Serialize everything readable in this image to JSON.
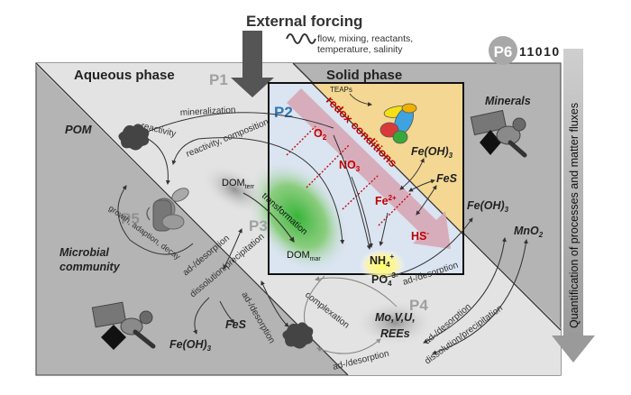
{
  "header": {
    "title": "External forcing",
    "forcing_line1": "flow, mixing, reactants,",
    "forcing_line2": "temperature, salinity"
  },
  "corner": {
    "badge": "P6",
    "binary": "11010"
  },
  "side_arrow_label": "Quantification of processes and matter fluxes",
  "panels": {
    "aqueous": "Aqueous phase",
    "solid": "Solid phase",
    "p1": "P1",
    "p2": "P2",
    "p3": "P3",
    "p4": "P4",
    "p5": "P5"
  },
  "aqueous_labels": {
    "pom": "POM",
    "mineralization": "mineralization",
    "reactivity": "reactivity",
    "reactivity_composition": "reactivity, composition",
    "growth": "growth, adaption, decay",
    "microbial_line1": "Microbial",
    "microbial_line2": "community",
    "dom_terr_main": "DOM",
    "dom_terr_sub": "terr",
    "transformation": "transformation",
    "dom_mar_main": "DOM",
    "dom_mar_sub": "mar",
    "ad_desorption_left": "ad-/desorption",
    "dissolution_precipitation_left": "dissolution/precipitation",
    "fe_oh3_left_main": "Fe(OH)",
    "fe_oh3_left_sub": "3",
    "fes_left": "FeS",
    "ad_desorption_mid": "ad-/desorption",
    "complexation": "complexation",
    "ad_desorption_bottom": "ad-/desorption"
  },
  "redox": {
    "heading": "redox conditions",
    "teap": "TEAPs",
    "o2_main": "O",
    "o2_sub": "2",
    "no3_main": "NO",
    "no3_sub": "3",
    "fe2_main": "Fe",
    "fe2_sup": "2+",
    "hs_main": "HS",
    "hs_sup": "-",
    "nh4_main": "NH",
    "nh4_sub": "4",
    "nh4_sup": "+",
    "po4_main": "PO",
    "po4_sub": "4",
    "po4_sup": "3-"
  },
  "solid_labels": {
    "minerals": "Minerals",
    "fe_oh3_inner_main": "Fe(OH)",
    "fe_oh3_inner_sub": "3",
    "fes_inner": "FeS",
    "fe_oh3_right_main": "Fe(OH)",
    "fe_oh3_right_sub": "3",
    "mno2_main": "MnO",
    "mno2_sub": "2",
    "ad_desorption_right": "ad-/desorption",
    "metals_line1": "Mo,V,U,",
    "metals_line2": "REEs",
    "ad_desorption_lower": "ad-/desorption",
    "dissolution_precipitation_lower": "dissolution/precipitation"
  },
  "colors": {
    "panel_dark": "#b4b4b4",
    "panel_light": "#e3e3e3",
    "inset_blue": "#dbe4f1",
    "inset_yellow": "#f3d792",
    "green": "#38b53a",
    "red": "#c00000",
    "p2_blue": "#2e75b6",
    "arrow_gray": "#555555",
    "redox_arrow": "#d7a6b5"
  },
  "icons": [
    "pom-particle-icon",
    "microbe-icon",
    "mineral-cluster-icon",
    "enzyme-icon",
    "wave-icon"
  ]
}
